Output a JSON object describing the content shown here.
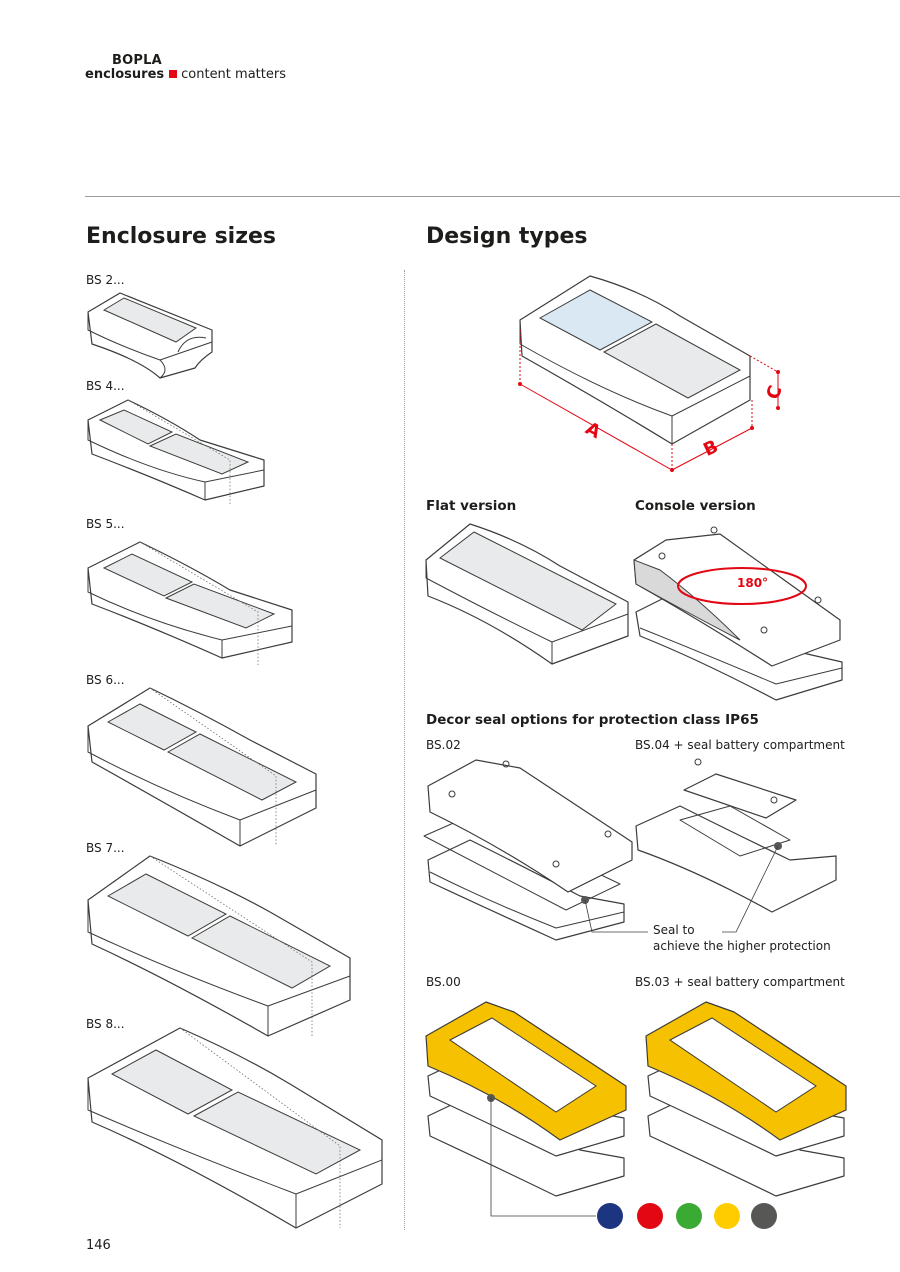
{
  "brand": {
    "name": "BOPLA",
    "word": "enclosures",
    "tagline": "content matters",
    "accent_color": "#e30613"
  },
  "left": {
    "heading": "Enclosure sizes",
    "sizes": [
      {
        "label": "BS 2..."
      },
      {
        "label": "BS 4..."
      },
      {
        "label": "BS 5..."
      },
      {
        "label": "BS 6..."
      },
      {
        "label": "BS 7..."
      },
      {
        "label": "BS 8..."
      }
    ]
  },
  "right": {
    "heading": "Design types",
    "dims": {
      "a": "A",
      "b": "B",
      "c": "C"
    },
    "flat_label": "Flat version",
    "console_label": "Console version",
    "rotation_label": "180°",
    "decor_heading": "Decor seal options for protection class IP65",
    "bs02_label": "BS.02",
    "bs04_label": "BS.04 + seal battery compartment",
    "seal_line1": "Seal to",
    "seal_line2": "achieve the higher protection",
    "bs00_label": "BS.00",
    "bs03_label": "BS.03 + seal battery compartment",
    "decor_color": "#f6c100",
    "swatches": [
      "#1d3580",
      "#e30613",
      "#3aaa35",
      "#ffcc00",
      "#575756"
    ]
  },
  "page_number": "146"
}
